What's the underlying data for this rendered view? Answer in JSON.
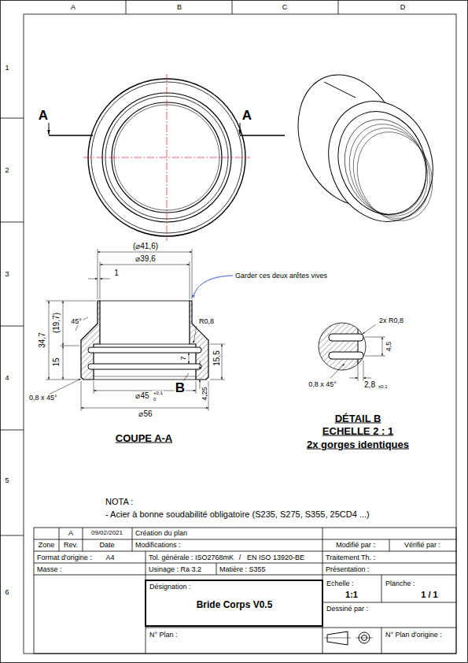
{
  "diagram": {
    "labels": [
      "A",
      "B",
      "C",
      "D",
      "1",
      "2",
      "3",
      "4",
      "5",
      "6",
      "A",
      "A",
      "(⌀41,6)",
      "⌀39,6",
      "1",
      "Garder ces deux arêtes vives",
      "34,7",
      "(19,7)",
      "15",
      "45°",
      "R0,8",
      "7",
      "15,5",
      "B",
      "⌀45",
      "+0,1",
      "0",
      "4,25",
      "0,8 x 45°",
      "⌀56",
      "COUPE A-A",
      "2x R0,8",
      "4,5",
      "0,8 x 45°",
      "2,8",
      "±0,1",
      "DÉTAIL B",
      "ECHELLE 2 : 1",
      "2x gorges identiques",
      "NOTA :",
      "- Acier à bonne soudabilité obligatoire (S235, S275, S355, 25CD4 ...)",
      "A",
      "09/02/2021",
      "Création du plan",
      "Zone",
      "Rev.",
      "Date",
      "Modifications :",
      "Modifié par :",
      "Vérifié par :",
      "Format d'origine :",
      "A4",
      "Tol. générale : ISO2768mK",
      "/",
      "EN ISO 13920-BE",
      "Traitement Th. :",
      "Masse :",
      "Usinage : Ra 3.2",
      "Matière : S355",
      "Présentation :",
      "Désignation :",
      "Bride Corps V0.5",
      "Echelle :",
      "1:1",
      "Planche :",
      "1 / 1",
      "Dessiné par :",
      "N° Plan :",
      "N° Plan d'origine :"
    ]
  }
}
